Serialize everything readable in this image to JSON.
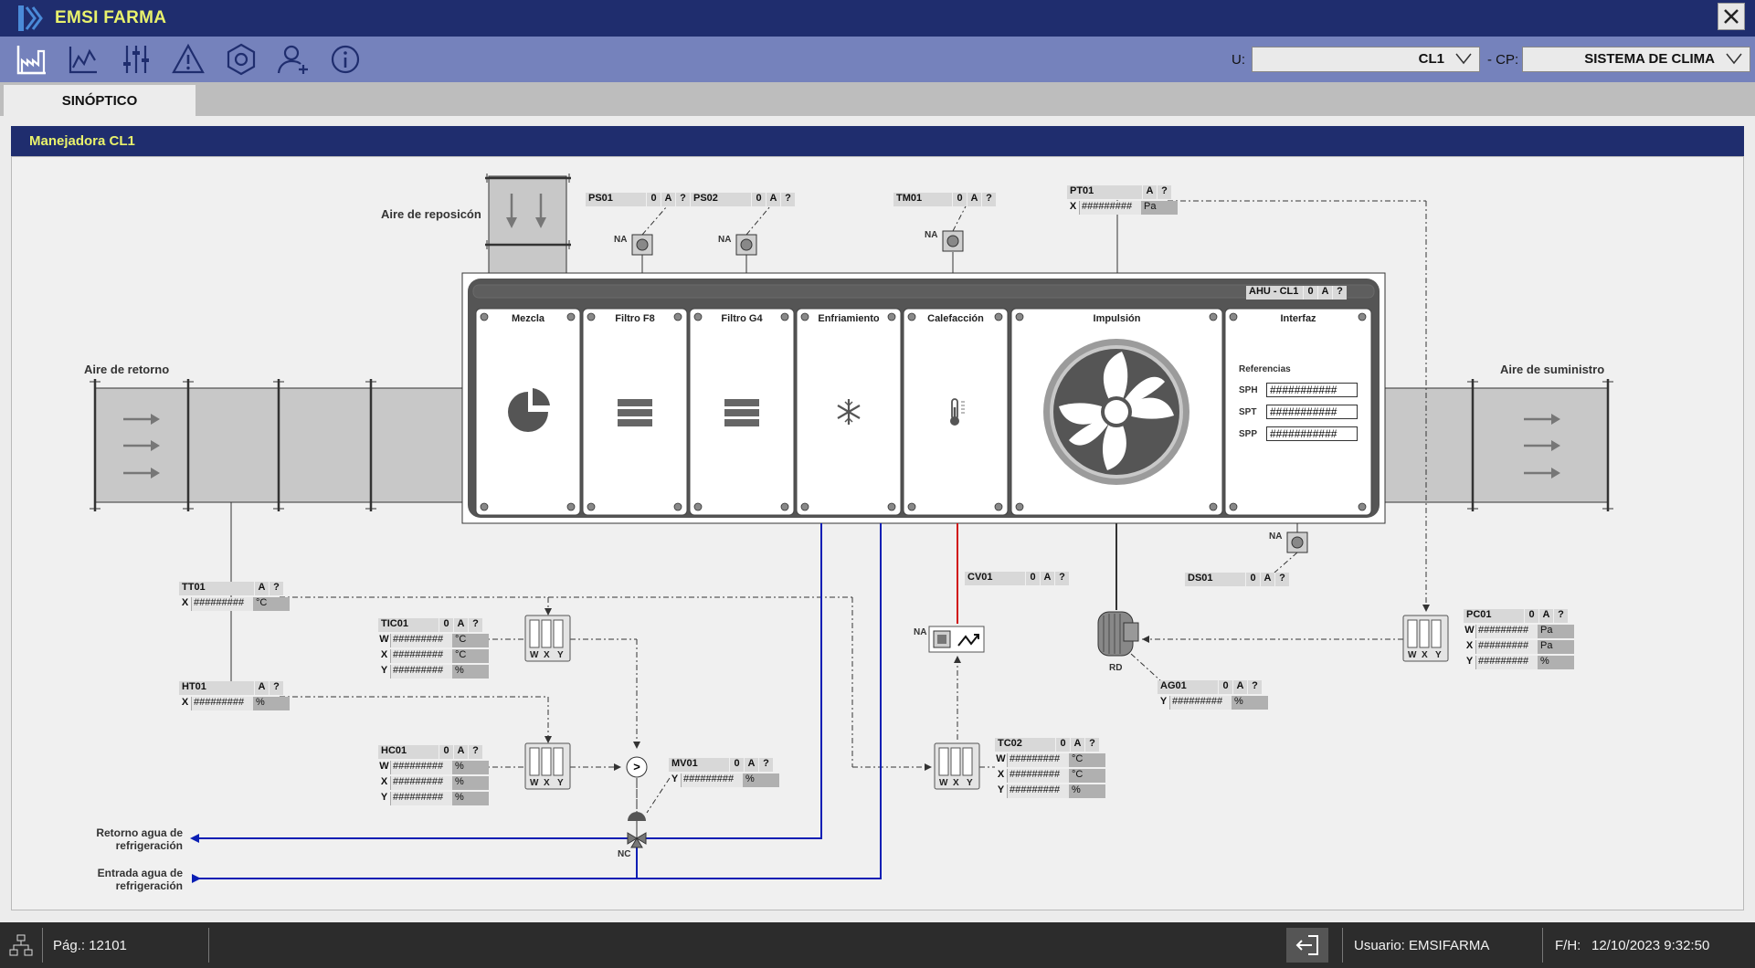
{
  "app": {
    "title": "EMSI FARMA"
  },
  "toolbar": {
    "icons": [
      "factory-icon",
      "trend-chart-icon",
      "sliders-icon",
      "warning-icon",
      "settings-icon",
      "user-icon",
      "info-icon"
    ],
    "u_label": "U:",
    "u_value": "CL1",
    "cp_label": "- CP:",
    "cp_value": "SISTEMA DE CLIMA"
  },
  "tabs": [
    {
      "label": "SINÓPTICO"
    }
  ],
  "panel": {
    "title": "Manejadora CL1"
  },
  "diagram": {
    "labels": {
      "aire_reposicion": "Aire de reposicón",
      "aire_retorno": "Aire de retorno",
      "aire_suministro": "Aire de suministro",
      "retorno_agua_1": "Retorno agua de",
      "retorno_agua_2": "refrigeración",
      "entrada_agua_1": "Entrada agua de",
      "entrada_agua_2": "refrigeración",
      "rd": "RD",
      "nc": "NC",
      "na": "NA"
    },
    "ahu": {
      "tag": "AHU - CL1",
      "zero": "0",
      "a": "A",
      "q": "?",
      "modules": [
        "Mezcla",
        "Filtro F8",
        "Filtro G4",
        "Enfriamiento",
        "Calefacción",
        "Impulsión",
        "Interfaz"
      ],
      "referencias": "Referencias",
      "refs": [
        {
          "name": "SPH",
          "value": "###########"
        },
        {
          "name": "SPT",
          "value": "###########"
        },
        {
          "name": "SPP",
          "value": "###########"
        }
      ]
    },
    "tags": {
      "PS01": {
        "name": "PS01",
        "zero": "0",
        "a": "A",
        "q": "?"
      },
      "PS02": {
        "name": "PS02",
        "zero": "0",
        "a": "A",
        "q": "?"
      },
      "TM01": {
        "name": "TM01",
        "zero": "0",
        "a": "A",
        "q": "?"
      },
      "PT01": {
        "name": "PT01",
        "a": "A",
        "q": "?",
        "x": "#########",
        "xu": "Pa"
      },
      "DS01": {
        "name": "DS01",
        "zero": "0",
        "a": "A",
        "q": "?"
      },
      "CV01": {
        "name": "CV01",
        "zero": "0",
        "a": "A",
        "q": "?"
      },
      "TT01": {
        "name": "TT01",
        "a": "A",
        "q": "?",
        "x": "#########",
        "xu": "°C"
      },
      "HT01": {
        "name": "HT01",
        "a": "A",
        "q": "?",
        "x": "#########",
        "xu": "%"
      },
      "TIC01": {
        "name": "TIC01",
        "zero": "0",
        "a": "A",
        "q": "?",
        "w": "#########",
        "wu": "°C",
        "x": "#########",
        "xu": "°C",
        "y": "#########",
        "yu": "%"
      },
      "HC01": {
        "name": "HC01",
        "zero": "0",
        "a": "A",
        "q": "?",
        "w": "#########",
        "wu": "%",
        "x": "#########",
        "xu": "%",
        "y": "#########",
        "yu": "%"
      },
      "MV01": {
        "name": "MV01",
        "zero": "0",
        "a": "A",
        "q": "?",
        "y": "#########",
        "yu": "%"
      },
      "TC02": {
        "name": "TC02",
        "zero": "0",
        "a": "A",
        "q": "?",
        "w": "#########",
        "wu": "°C",
        "x": "#########",
        "xu": "°C",
        "y": "#########",
        "yu": "%"
      },
      "PC01": {
        "name": "PC01",
        "zero": "0",
        "a": "A",
        "q": "?",
        "w": "#########",
        "wu": "Pa",
        "x": "#########",
        "xu": "Pa",
        "y": "#########",
        "yu": "%"
      },
      "AG01": {
        "name": "AG01",
        "zero": "0",
        "a": "A",
        "q": "?",
        "y": "#########",
        "yu": "%"
      }
    },
    "wxy": {
      "w": "W",
      "x": "X",
      "y": "Y"
    },
    "compare": ">"
  },
  "status": {
    "page": "Pág.: 12101",
    "user": "Usuario: EMSIFARMA",
    "datetime_label": "F/H:",
    "datetime": "12/10/2023 9:32:50"
  },
  "colors": {
    "titlebar": "#1f2d6e",
    "accent_text": "#e9f26c",
    "toolbar": "#7582bc",
    "water_line": "#0a1eb4",
    "heat_line": "#d01010"
  }
}
